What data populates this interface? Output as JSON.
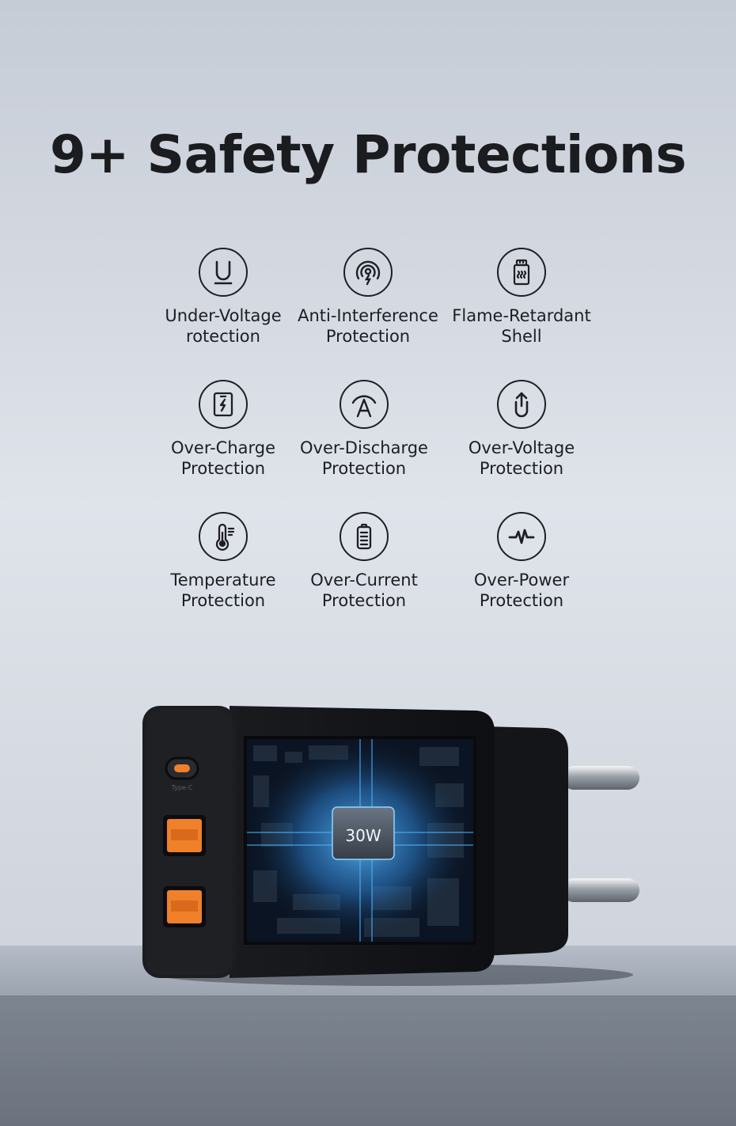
{
  "title": "9+ Safety Protections",
  "protections": [
    {
      "icon": "under-voltage-icon",
      "line1": "Under-Voltage",
      "line2": "rotection"
    },
    {
      "icon": "anti-interference-icon",
      "line1": "Anti-Interference",
      "line2": "Protection"
    },
    {
      "icon": "flame-retardant-icon",
      "line1": "Flame-Retardant",
      "line2": "Shell"
    },
    {
      "icon": "over-charge-icon",
      "line1": "Over-Charge",
      "line2": "Protection"
    },
    {
      "icon": "over-discharge-icon",
      "line1": "Over-Discharge",
      "line2": "Protection"
    },
    {
      "icon": "over-voltage-icon",
      "line1": "Over-Voltage",
      "line2": "Protection"
    },
    {
      "icon": "temperature-icon",
      "line1": "Temperature",
      "line2": "Protection"
    },
    {
      "icon": "over-current-icon",
      "line1": "Over-Current",
      "line2": "Protection"
    },
    {
      "icon": "over-power-icon",
      "line1": "Over-Power",
      "line2": "Protection"
    }
  ],
  "product": {
    "chip_label": "30W",
    "port_c_label": "Type-C"
  },
  "colors": {
    "text": "#1d1e22",
    "chip_glow": "#3fa8ff",
    "port_orange": "#f0802a"
  }
}
